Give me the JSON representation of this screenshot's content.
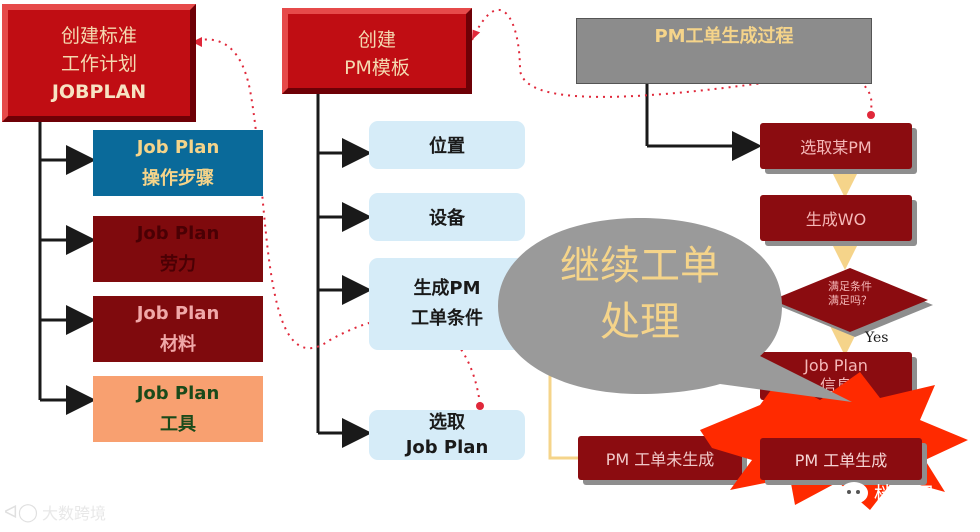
{
  "jobplan_create": {
    "line1": "创建标准",
    "line2": "工作计划",
    "line3": "JOBPLAN"
  },
  "jp_items": [
    {
      "title": "Job Plan",
      "sub": "操作步骤"
    },
    {
      "title": "Job Plan",
      "sub": "劳力"
    },
    {
      "title": "Job Plan",
      "sub": "材料"
    },
    {
      "title": "Job Plan",
      "sub": "工具"
    }
  ],
  "pm_create": {
    "line1": "创建",
    "line2": "PM模板"
  },
  "pm_items": [
    {
      "line1": "位置",
      "line2": ""
    },
    {
      "line1": "设备",
      "line2": ""
    },
    {
      "line1": "生成PM",
      "line2": "工单条件"
    },
    {
      "line1": "选取",
      "line2": "Job Plan"
    }
  ],
  "process": {
    "header": "PM工单生成过程",
    "step_select": "选取某PM",
    "step_generate": "生成WO",
    "decision_l1": "满足条件",
    "decision_l2": "满足吗？",
    "yes": "Yes",
    "step_jobplan_l1": "Job Plan",
    "step_jobplan_l2": "信息",
    "not_generated": "PM 工单未生成",
    "generated": "PM 工单生成"
  },
  "callout": {
    "line1": "继续工单",
    "line2": "处理"
  },
  "watermark_left": "大数跨境",
  "watermark_right": "档即用",
  "colors": {
    "bevel_red": "#c00d13",
    "teal": "#0a6a9a",
    "dark_red": "#7f0a0d",
    "orange": "#f8a070",
    "light_blue": "#d6ecf8",
    "gray_header": "#8c8c8c",
    "callout_gray": "#9a9a9a",
    "burst_red": "#ff2a00",
    "gold_text": "#f5d48a"
  }
}
